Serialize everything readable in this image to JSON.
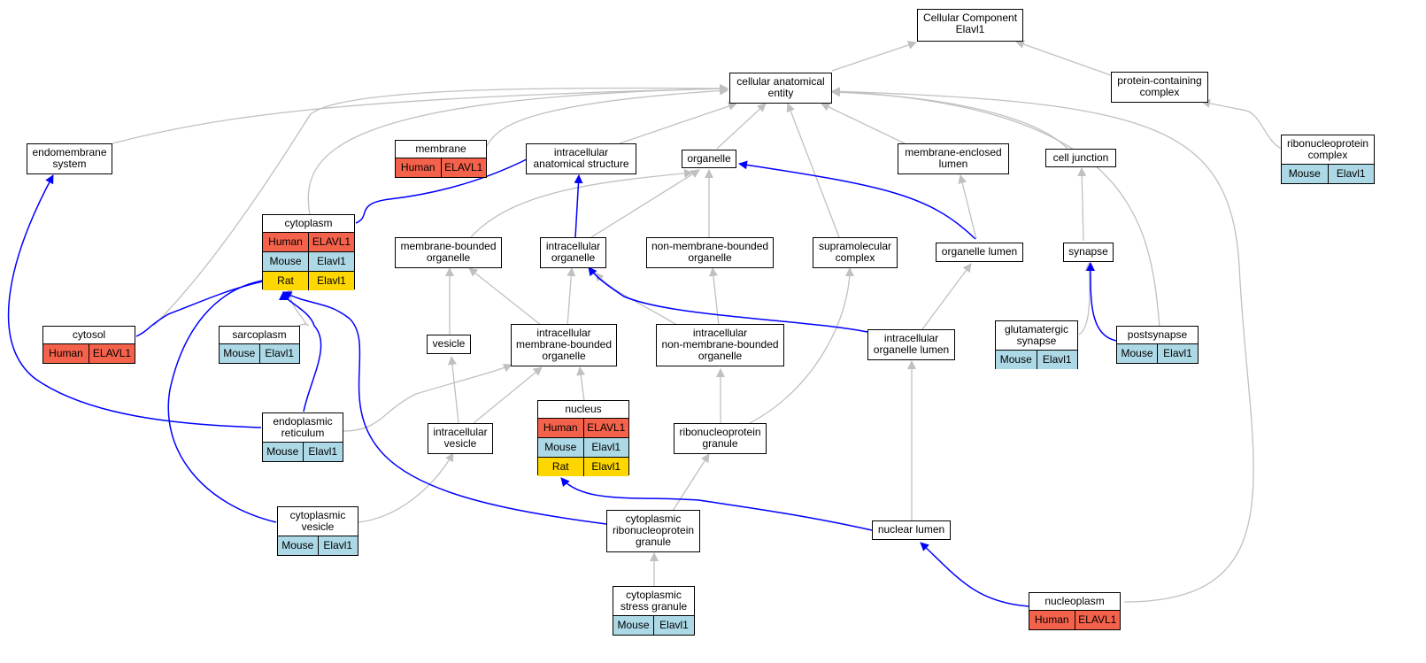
{
  "colors": {
    "human": "#f4624b",
    "mouse": "#add8e6",
    "rat": "#ffd700",
    "is_a": "#c0c0c0",
    "part_of": "#0000ff"
  },
  "nodes": {
    "cc": {
      "label": "Cellular Component\nElavl1"
    },
    "cae": {
      "label": "cellular anatomical\nentity"
    },
    "pcc": {
      "label": "protein-containing\ncomplex"
    },
    "rnpc": {
      "label": "ribonucleoprotein\ncomplex",
      "rows": [
        [
          "Mouse",
          "Elavl1"
        ]
      ]
    },
    "endo": {
      "label": "endomembrane\nsystem"
    },
    "membrane": {
      "label": "membrane",
      "rows": [
        [
          "Human",
          "ELAVL1"
        ]
      ]
    },
    "ias": {
      "label": "intracellular\nanatomical structure"
    },
    "organelle": {
      "label": "organelle"
    },
    "mel": {
      "label": "membrane-enclosed\nlumen"
    },
    "cj": {
      "label": "cell junction"
    },
    "cyto": {
      "label": "cytoplasm",
      "rows": [
        [
          "Human",
          "ELAVL1"
        ],
        [
          "Mouse",
          "Elavl1"
        ],
        [
          "Rat",
          "Elavl1"
        ]
      ]
    },
    "mbo": {
      "label": "membrane-bounded\norganelle"
    },
    "io": {
      "label": "intracellular\norganelle"
    },
    "nmbo": {
      "label": "non-membrane-bounded\norganelle"
    },
    "smc": {
      "label": "supramolecular\ncomplex"
    },
    "ol": {
      "label": "organelle lumen"
    },
    "syn": {
      "label": "synapse"
    },
    "cytosol": {
      "label": "cytosol",
      "rows": [
        [
          "Human",
          "ELAVL1"
        ]
      ]
    },
    "sarco": {
      "label": "sarcoplasm",
      "rows": [
        [
          "Mouse",
          "Elavl1"
        ]
      ]
    },
    "vesicle": {
      "label": "vesicle"
    },
    "imbo": {
      "label": "intracellular\nmembrane-bounded\norganelle"
    },
    "inmbo": {
      "label": "intracellular\nnon-membrane-bounded\norganelle"
    },
    "iol": {
      "label": "intracellular\norganelle lumen"
    },
    "glut": {
      "label": "glutamatergic\nsynapse",
      "rows": [
        [
          "Mouse",
          "Elavl1"
        ]
      ]
    },
    "post": {
      "label": "postsynapse",
      "rows": [
        [
          "Mouse",
          "Elavl1"
        ]
      ]
    },
    "nucleus": {
      "label": "nucleus",
      "rows": [
        [
          "Human",
          "ELAVL1"
        ],
        [
          "Mouse",
          "Elavl1"
        ],
        [
          "Rat",
          "Elavl1"
        ]
      ]
    },
    "er": {
      "label": "endoplasmic\nreticulum",
      "rows": [
        [
          "Mouse",
          "Elavl1"
        ]
      ]
    },
    "iv": {
      "label": "intracellular\nvesicle"
    },
    "rnpg": {
      "label": "ribonucleoprotein\ngranule"
    },
    "cv": {
      "label": "cytoplasmic\nvesicle",
      "rows": [
        [
          "Mouse",
          "Elavl1"
        ]
      ]
    },
    "crnpg": {
      "label": "cytoplasmic\nribonucleoprotein\ngranule"
    },
    "nl": {
      "label": "nuclear lumen"
    },
    "csg": {
      "label": "cytoplasmic\nstress granule",
      "rows": [
        [
          "Mouse",
          "Elavl1"
        ]
      ]
    },
    "nucleoplasm": {
      "label": "nucleoplasm",
      "rows": [
        [
          "Human",
          "ELAVL1"
        ]
      ]
    }
  }
}
